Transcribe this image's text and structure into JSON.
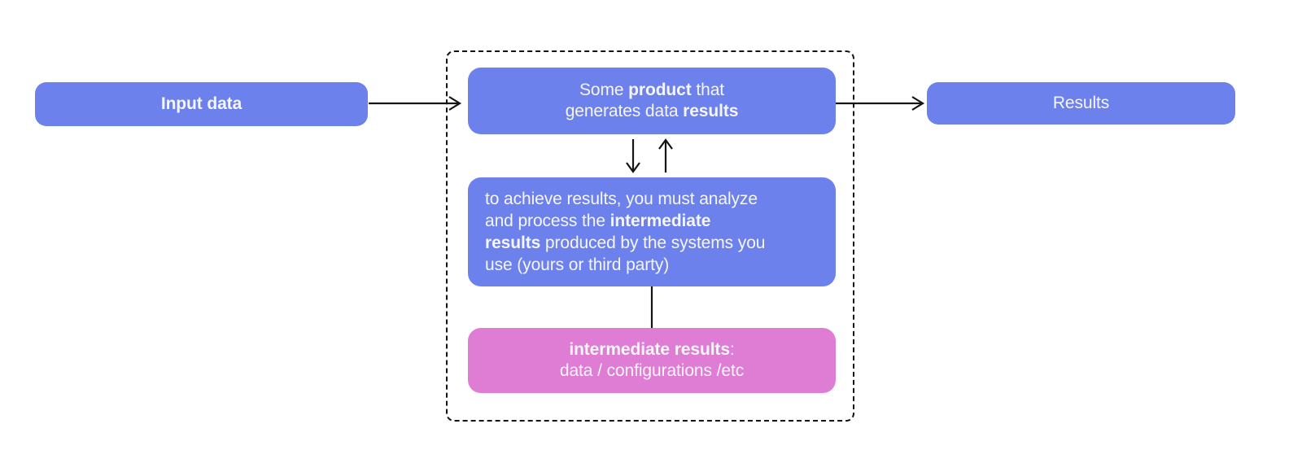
{
  "colors": {
    "background": "#FFFFFF",
    "accent_blue": "#6C81EC",
    "accent_pink": "#DF7CD4",
    "line": "#141414",
    "text_on_accent": "#F5F6FA"
  },
  "diagram": {
    "input_node": {
      "label": "Input data"
    },
    "product_node": {
      "segments": [
        {
          "t": "Some "
        },
        {
          "t": "product",
          "b": true
        },
        {
          "t": " that\ngenerates data "
        },
        {
          "t": "results",
          "b": true
        }
      ]
    },
    "analysis_node": {
      "segments": [
        {
          "t": "to achieve results, you must analyze\nand process the "
        },
        {
          "t": "intermediate\nresults",
          "b": true
        },
        {
          "t": " produced by the systems you\nuse (yours or third party)"
        }
      ]
    },
    "intermediate_node": {
      "segments": [
        {
          "t": "intermediate results",
          "b": true
        },
        {
          "t": ":\ndata / configurations /etc"
        }
      ]
    },
    "results_node": {
      "label": "Results"
    }
  }
}
